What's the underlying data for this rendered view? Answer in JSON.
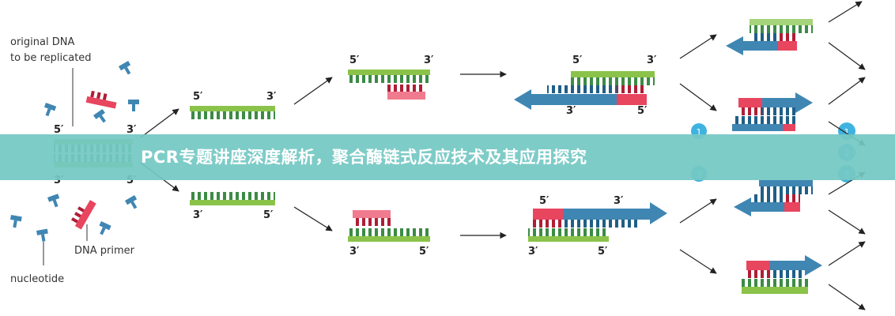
{
  "labels": {
    "original_dna": "original DNA",
    "to_be_replicated": "to be replicated",
    "nucleotide": "nucleotide",
    "dna_primer": "DNA primer"
  },
  "ends": {
    "five": "5′",
    "three": "3′"
  },
  "steps": [
    "1",
    "2",
    "3"
  ],
  "banner": {
    "title": "PCR专题讲座深度解析，聚合酶链式反应技术及其应用探究"
  },
  "colors": {
    "template_strand": "#8bc34a",
    "template_strand_light": "#a5d47a",
    "primer": "#e8455f",
    "primer_light": "#f07b8e",
    "new_strand": "#3f86b3",
    "banner": "#74c8c4",
    "arrow": "#222222"
  }
}
